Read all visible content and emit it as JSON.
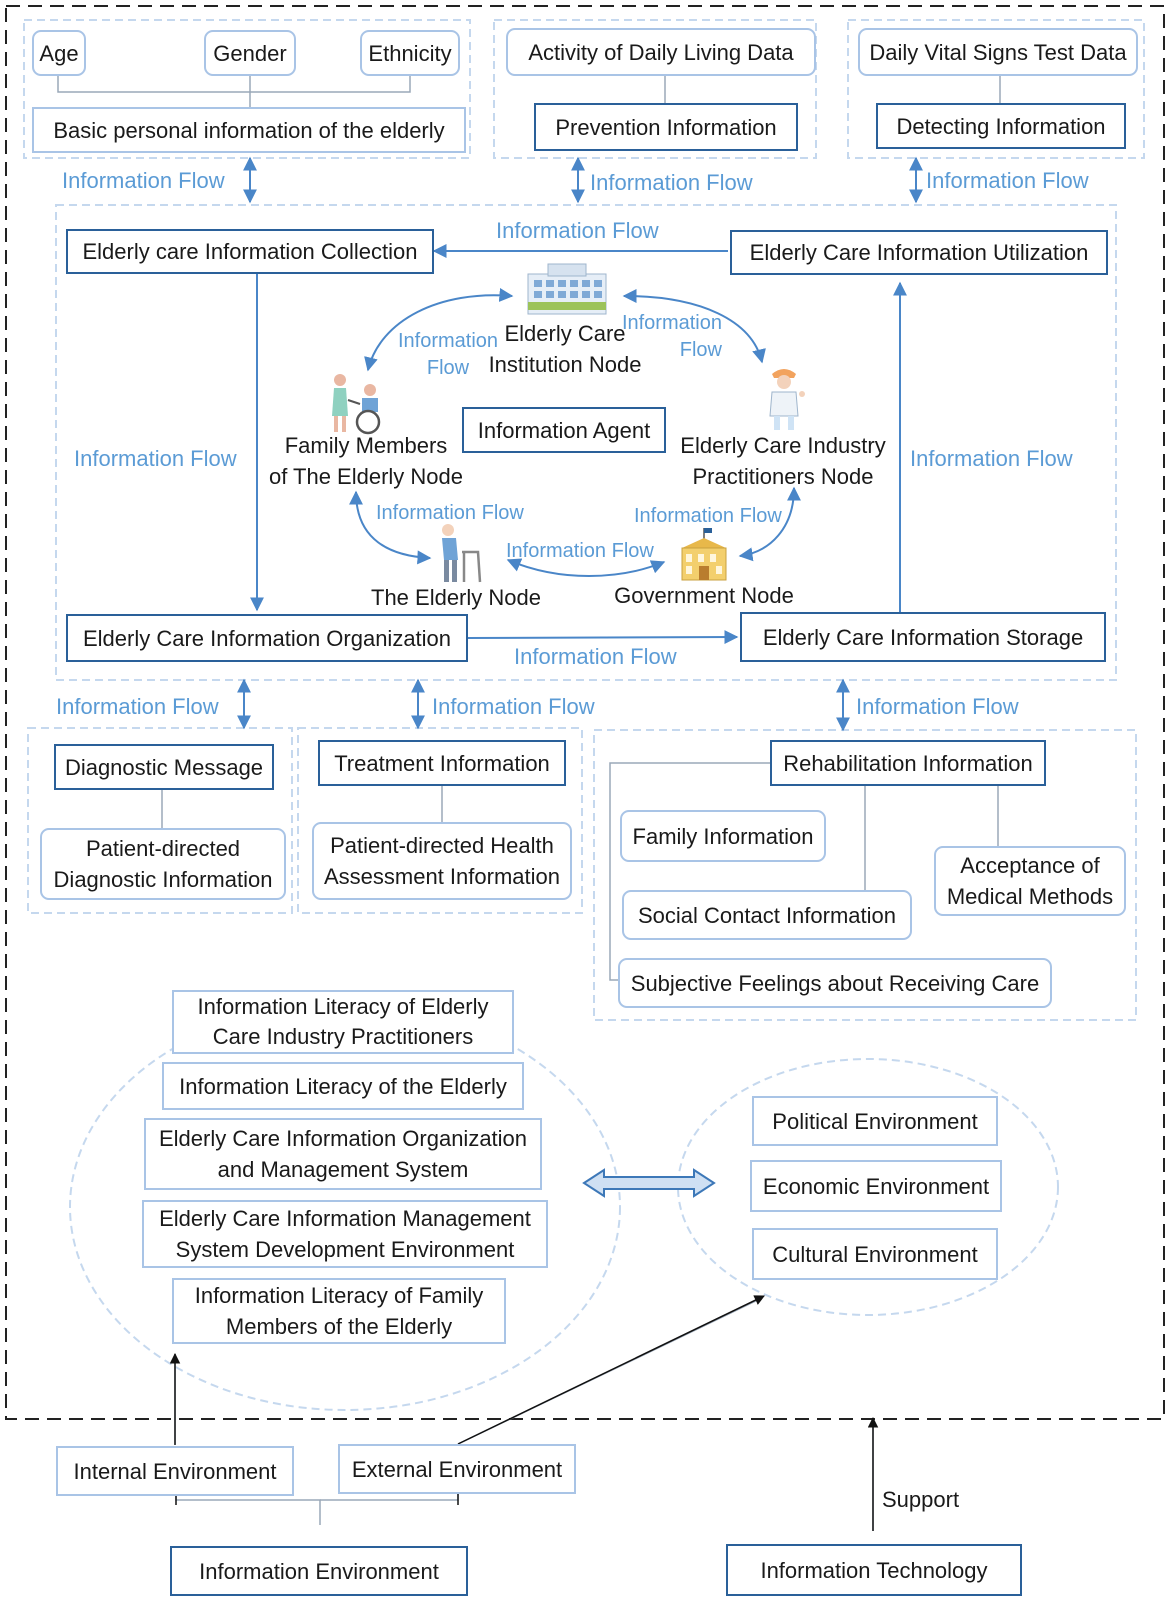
{
  "personal": {
    "age": "Age",
    "gender": "Gender",
    "ethnicity": "Ethnicity",
    "basic": "Basic personal information of the elderly"
  },
  "adl": {
    "activity": "Activity of Daily Living Data",
    "prevention": "Prevention Information"
  },
  "vital": {
    "daily": "Daily Vital Signs Test Data",
    "detecting": "Detecting Information"
  },
  "flow_label": "Information Flow",
  "flow_split": {
    "line1": "Information",
    "line2": "Flow"
  },
  "processes": {
    "collection": "Elderly care Information Collection",
    "utilization": "Elderly Care Information Utilization",
    "organization": "Elderly Care Information Organization",
    "storage": "Elderly Care Information Storage"
  },
  "nodes": {
    "institution": {
      "line1": "Elderly Care",
      "line2": "Institution Node"
    },
    "family": {
      "line1": "Family Members",
      "line2": "of The Elderly Node"
    },
    "practitioners": {
      "line1": "Elderly Care Industry",
      "line2": "Practitioners Node"
    },
    "elderly": "The Elderly Node",
    "government": "Government Node",
    "agent": "Information Agent"
  },
  "diagnostic": {
    "message": "Diagnostic Message",
    "patient": {
      "line1": "Patient-directed",
      "line2": "Diagnostic Information"
    }
  },
  "treatment": {
    "info": "Treatment Information",
    "patient": {
      "line1": "Patient-directed Health",
      "line2": "Assessment Information"
    }
  },
  "rehab": {
    "info": "Rehabilitation Information",
    "family": "Family Information",
    "social": "Social Contact Information",
    "acceptance": {
      "line1": "Acceptance of",
      "line2": "Medical Methods"
    },
    "subjective": "Subjective Feelings about Receiving Care"
  },
  "internal_items": [
    {
      "line1": "Information Literacy of Elderly",
      "line2": "Care Industry Practitioners"
    },
    {
      "line1": "Information Literacy of the Elderly",
      "line2": ""
    },
    {
      "line1": "Elderly Care Information Organization",
      "line2": "and Management System"
    },
    {
      "line1": "Elderly Care Information Management",
      "line2": "System Development Environment"
    },
    {
      "line1": "Information Literacy of Family",
      "line2": "Members of the Elderly"
    }
  ],
  "external_items": [
    "Political Environment",
    "Economic Environment",
    "Cultural Environment"
  ],
  "bottom": {
    "internal": "Internal Environment",
    "external": "External Environment",
    "info_env": "Information Environment",
    "info_tech": "Information Technology",
    "support": "Support"
  },
  "colors": {
    "flow_text": "#5b9bd5",
    "flow_arrow": "#4a86c8",
    "light_border": "#a9c4e6",
    "dark_border": "#2a6099"
  }
}
